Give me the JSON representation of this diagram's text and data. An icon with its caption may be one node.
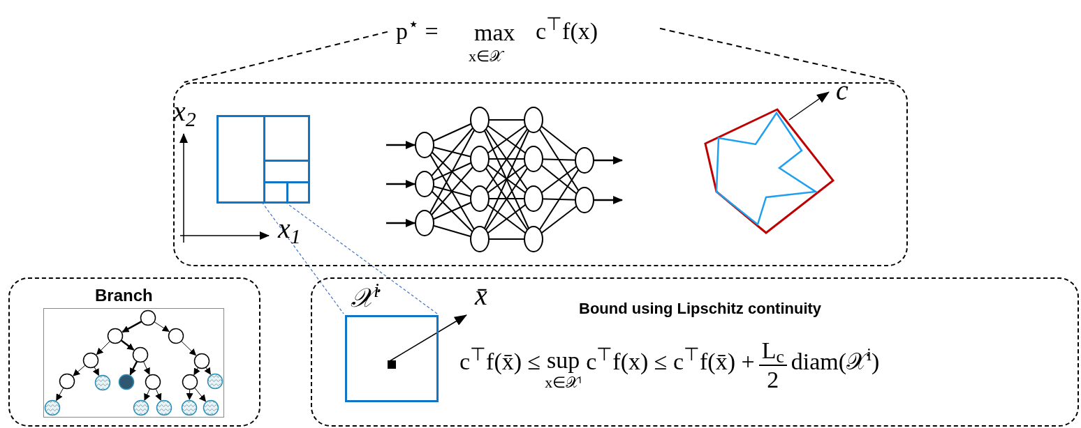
{
  "diagram": {
    "nodes": [
      {
        "text": [
          "p$^{⋆}$ =",
          "max",
          "x∈𝒳",
          "c$^{⊤}$f(x)"
        ]
      },
      {
        "text": [],
        "shape": "box"
      },
      {
        "text": [],
        "shape": "box",
        "in": 1
      },
      {
        "text": [
          "Branch"
        ]
      },
      {
        "text": [
          "Bound using Lipschitz continuity"
        ]
      },
      {
        "text": [],
        "shape": "box",
        "in": 4
      }
    ],
    "edges": [
      {
        "from": 0,
        "to": 1,
        "arrow": "none",
        "style": "dashed"
      },
      {
        "from": 0,
        "to": 1,
        "arrow": "none",
        "style": "dashed"
      },
      {
        "from": 2,
        "to": 5,
        "arrow": "none",
        "style": "dashed",
        "color": "#4472c4"
      },
      {
        "from": 2,
        "to": 5,
        "arrow": "none",
        "style": "dashed",
        "color": "#4472c4"
      }
    ],
    "labels": [
      "x$_{2}$",
      "x$_{1}$",
      "c",
      "𝒳$^{i}$",
      "x̄",
      "c$^{⊤}$f(x̄) ≤",
      "sup",
      "x∈𝒳ⁱ",
      "c$^{⊤}$f(x) ≤ c$^{⊤}$f(x̄) +",
      "L$_{c}$",
      "2",
      "diam(𝒳$^{i}$)"
    ]
  }
}
